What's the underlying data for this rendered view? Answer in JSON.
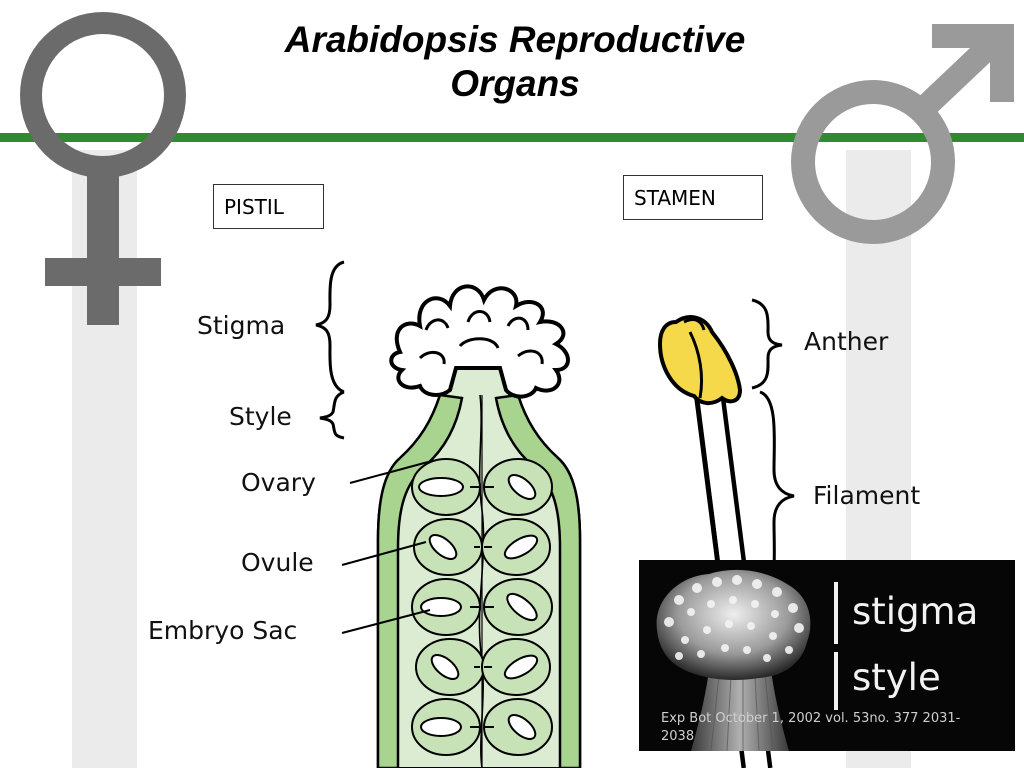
{
  "slide": {
    "title_line1": "Arabidopsis Reproductive",
    "title_line2": "Organs"
  },
  "boxes": {
    "pistil": "PISTIL",
    "stamen": "STAMEN"
  },
  "pistil_labels": {
    "stigma": "Stigma",
    "style": "Style",
    "ovary": "Ovary",
    "ovule": "Ovule",
    "embryo_sac": "Embryo Sac"
  },
  "stamen_labels": {
    "anther": "Anther",
    "filament": "Filament"
  },
  "micrograph": {
    "stigma": "stigma",
    "style": "style",
    "citation": "Exp Bot October 1, 2002 vol. 53no. 377 2031-2038"
  },
  "colors": {
    "accent_line": "#2e8b2e",
    "symbol_gray_dark": "#6b6b6b",
    "symbol_gray_light": "#9a9a9a",
    "pistil_green": "#a8d48f",
    "pistil_pale": "#dcecd3",
    "anther_yellow": "#f5d94a"
  }
}
